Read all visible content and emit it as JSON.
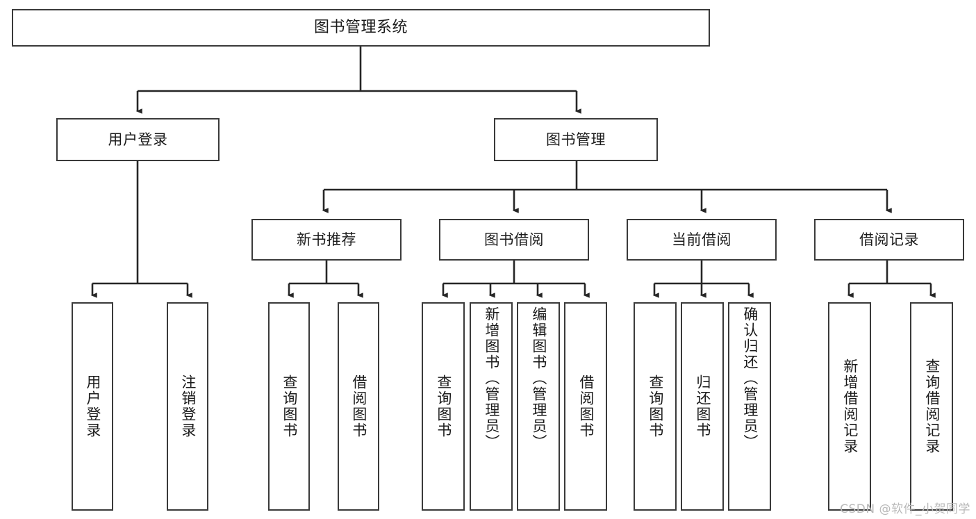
{
  "diagram": {
    "title": "图书管理系统",
    "type": "tree",
    "watermark": "CSDN @软件_小贺同学",
    "colors": {
      "box_border": "#3a3a3a",
      "box_fill": "#ffffff",
      "edge": "#262626",
      "text": "#1b1b1b",
      "watermark": "#b9b9b9"
    },
    "root": {
      "id": "root",
      "label": "图书管理系统"
    },
    "level2": [
      {
        "id": "l2-0",
        "label": "用户登录"
      },
      {
        "id": "l2-1",
        "label": "图书管理"
      }
    ],
    "level3": [
      {
        "id": "l3-0",
        "label": "新书推荐",
        "parent": "l2-1"
      },
      {
        "id": "l3-1",
        "label": "图书借阅",
        "parent": "l2-1"
      },
      {
        "id": "l3-2",
        "label": "当前借阅",
        "parent": "l2-1"
      },
      {
        "id": "l3-3",
        "label": "借阅记录",
        "parent": "l2-1"
      }
    ],
    "leaves": [
      {
        "id": "lf-0",
        "label": "用户登录",
        "parent": "l2-0"
      },
      {
        "id": "lf-1",
        "label": "注销登录",
        "parent": "l2-0"
      },
      {
        "id": "lf-2",
        "label": "查询图书",
        "parent": "l3-0"
      },
      {
        "id": "lf-3",
        "label": "借阅图书",
        "parent": "l3-0"
      },
      {
        "id": "lf-4",
        "label": "查询图书",
        "parent": "l3-1"
      },
      {
        "id": "lf-5",
        "label": "新增图书（管理员）",
        "parent": "l3-1"
      },
      {
        "id": "lf-6",
        "label": "编辑图书（管理员）",
        "parent": "l3-1"
      },
      {
        "id": "lf-7",
        "label": "借阅图书",
        "parent": "l3-1"
      },
      {
        "id": "lf-8",
        "label": "查询图书",
        "parent": "l3-2"
      },
      {
        "id": "lf-9",
        "label": "归还图书",
        "parent": "l3-2"
      },
      {
        "id": "lf-10",
        "label": "确认归还（管理员）",
        "parent": "l3-2"
      },
      {
        "id": "lf-11",
        "label": "新增借阅记录",
        "parent": "l3-3"
      },
      {
        "id": "lf-12",
        "label": "查询借阅记录",
        "parent": "l3-3"
      }
    ]
  }
}
